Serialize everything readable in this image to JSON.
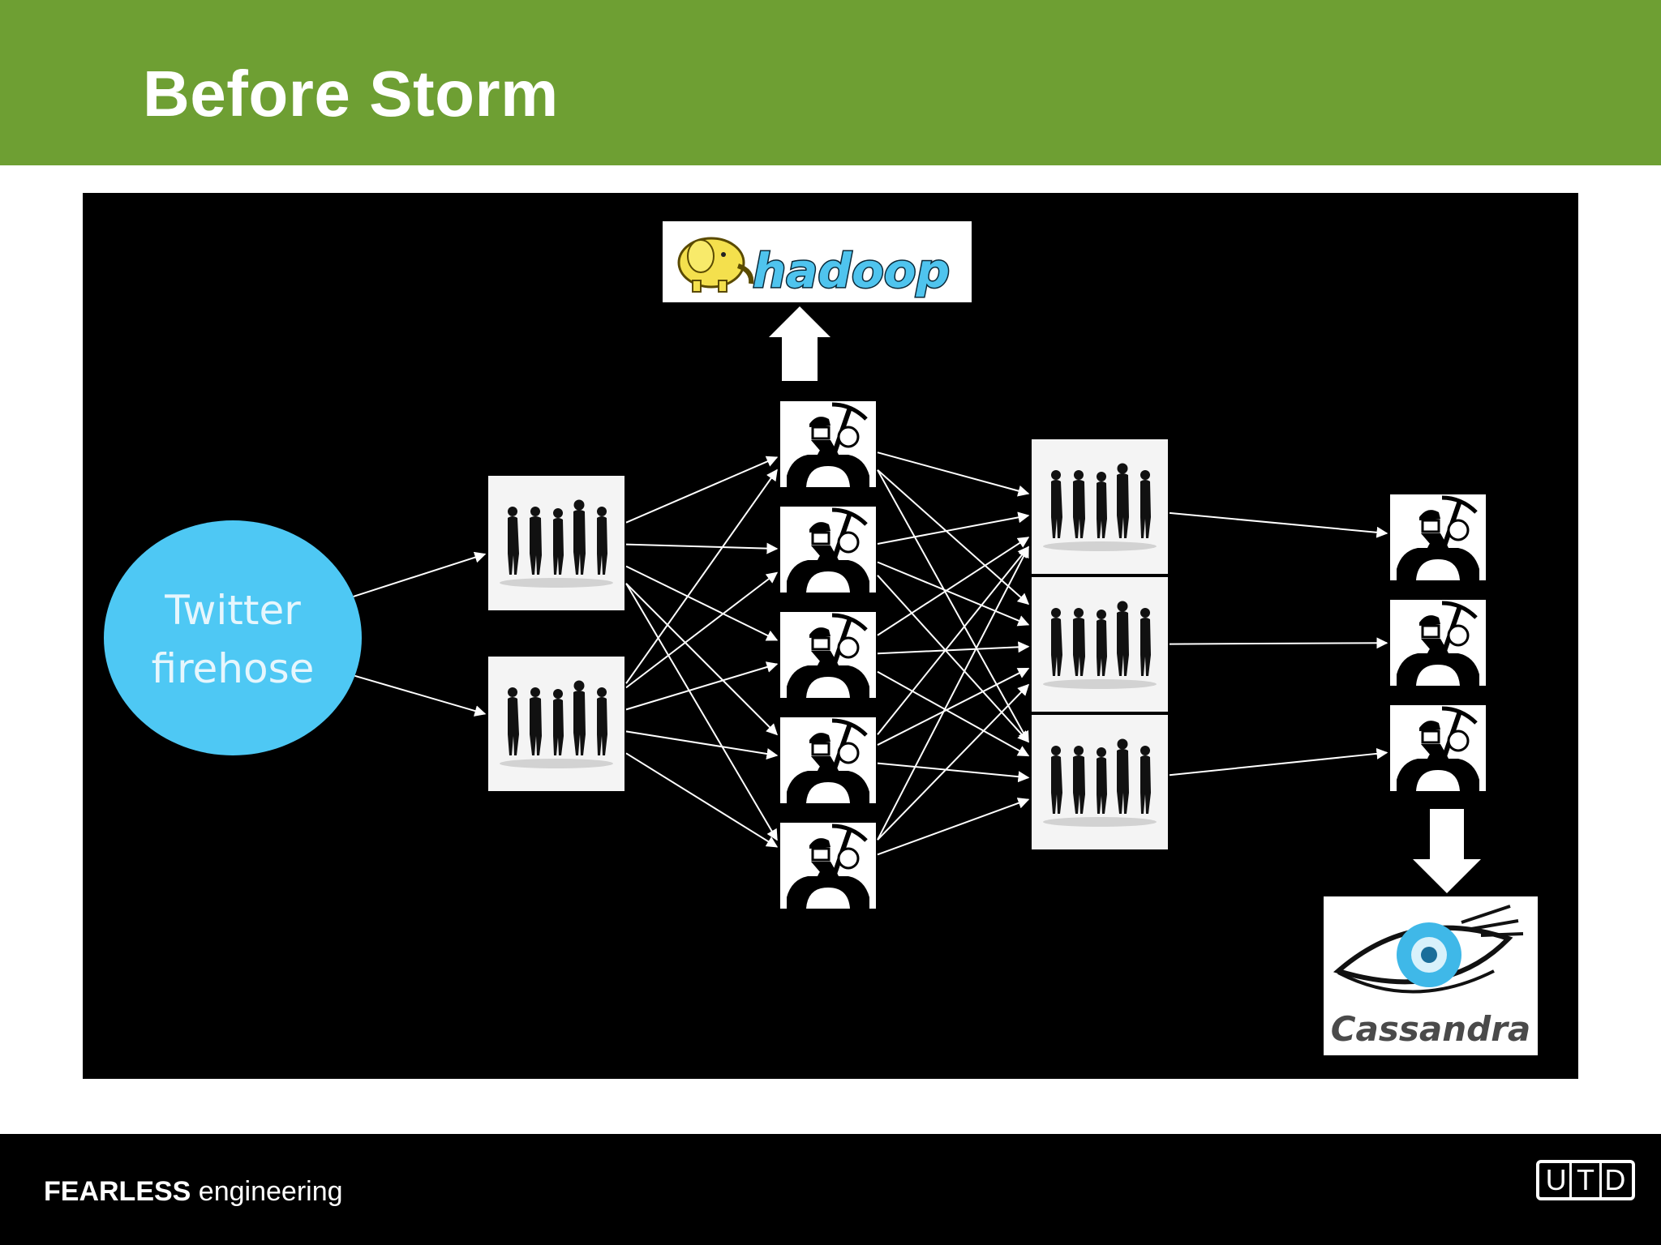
{
  "slide": {
    "title": "Before Storm"
  },
  "diagram": {
    "source": {
      "label_line1": "Twitter",
      "label_line2": "firehose",
      "color": "#4ec8f4"
    },
    "hadoop_logo_text": "hadoop",
    "cassandra_logo_text": "Cassandra",
    "stages": [
      {
        "role": "queues",
        "icon": "people-queue-icon",
        "count": 2
      },
      {
        "role": "workers",
        "icon": "miner-worker-icon",
        "count": 5
      },
      {
        "role": "queues",
        "icon": "people-queue-icon",
        "count": 3
      },
      {
        "role": "workers",
        "icon": "miner-worker-icon",
        "count": 3
      }
    ],
    "connections": [
      [
        "source",
        "q1_0"
      ],
      [
        "source",
        "q1_1"
      ],
      [
        "q1_0",
        "w1_0"
      ],
      [
        "q1_0",
        "w1_1"
      ],
      [
        "q1_0",
        "w1_2"
      ],
      [
        "q1_0",
        "w1_3"
      ],
      [
        "q1_0",
        "w1_4"
      ],
      [
        "q1_1",
        "w1_0"
      ],
      [
        "q1_1",
        "w1_1"
      ],
      [
        "q1_1",
        "w1_2"
      ],
      [
        "q1_1",
        "w1_3"
      ],
      [
        "q1_1",
        "w1_4"
      ],
      [
        "w1_0",
        "q2_0"
      ],
      [
        "w1_0",
        "q2_1"
      ],
      [
        "w1_0",
        "q2_2"
      ],
      [
        "w1_1",
        "q2_0"
      ],
      [
        "w1_1",
        "q2_1"
      ],
      [
        "w1_1",
        "q2_2"
      ],
      [
        "w1_2",
        "q2_0"
      ],
      [
        "w1_2",
        "q2_1"
      ],
      [
        "w1_2",
        "q2_2"
      ],
      [
        "w1_3",
        "q2_0"
      ],
      [
        "w1_3",
        "q2_1"
      ],
      [
        "w1_3",
        "q2_2"
      ],
      [
        "w1_4",
        "q2_0"
      ],
      [
        "w1_4",
        "q2_1"
      ],
      [
        "w1_4",
        "q2_2"
      ],
      [
        "q2_0",
        "w2_0"
      ],
      [
        "q2_1",
        "w2_1"
      ],
      [
        "q2_2",
        "w2_2"
      ],
      [
        "w1_0",
        "hadoop"
      ],
      [
        "w2_2",
        "cassandra"
      ]
    ]
  },
  "footer": {
    "brand_strong": "FEARLESS",
    "brand_rest": " engineering",
    "logo_letters": [
      "U",
      "T",
      "D"
    ]
  },
  "colors": {
    "header_green": "#6e9f33",
    "diagram_bg": "#000000",
    "arrow": "#ffffff"
  }
}
